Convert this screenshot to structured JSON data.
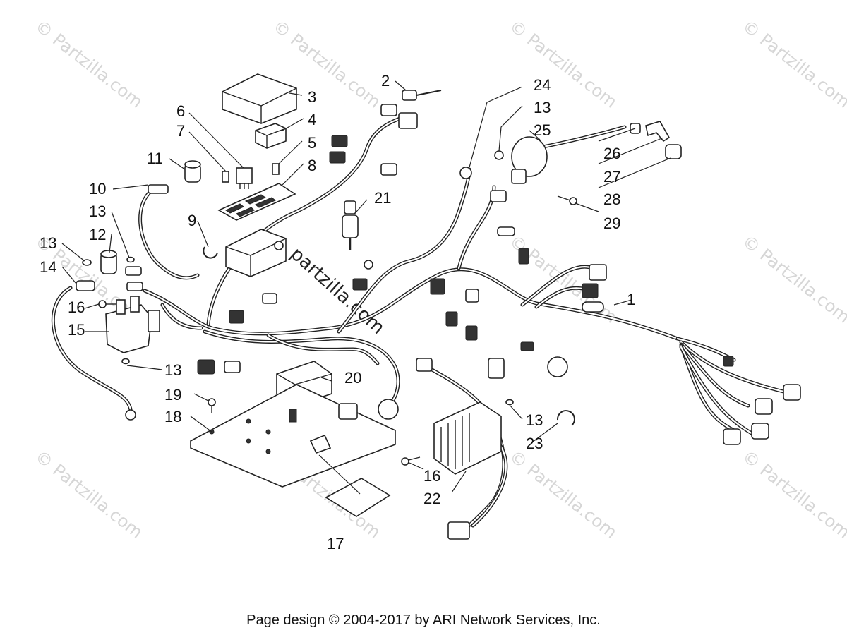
{
  "watermark": "© Partzilla.com",
  "center_watermark": "partzilla.com",
  "footer": "Page design © 2004-2017 by ARI Network Services, Inc.",
  "callouts": {
    "c1": "1",
    "c2": "2",
    "c3": "3",
    "c4": "4",
    "c5": "5",
    "c6": "6",
    "c7": "7",
    "c8": "8",
    "c9": "9",
    "c10": "10",
    "c11": "11",
    "c12": "12",
    "c13a": "13",
    "c13b": "13",
    "c13c": "13",
    "c13d": "13",
    "c13e": "13",
    "c14": "14",
    "c15": "15",
    "c16a": "16",
    "c16b": "16",
    "c17": "17",
    "c18": "18",
    "c19": "19",
    "c20": "20",
    "c21": "21",
    "c22": "22",
    "c23": "23",
    "c24": "24",
    "c25": "25",
    "c26": "26",
    "c27": "27",
    "c28": "28",
    "c29": "29"
  }
}
